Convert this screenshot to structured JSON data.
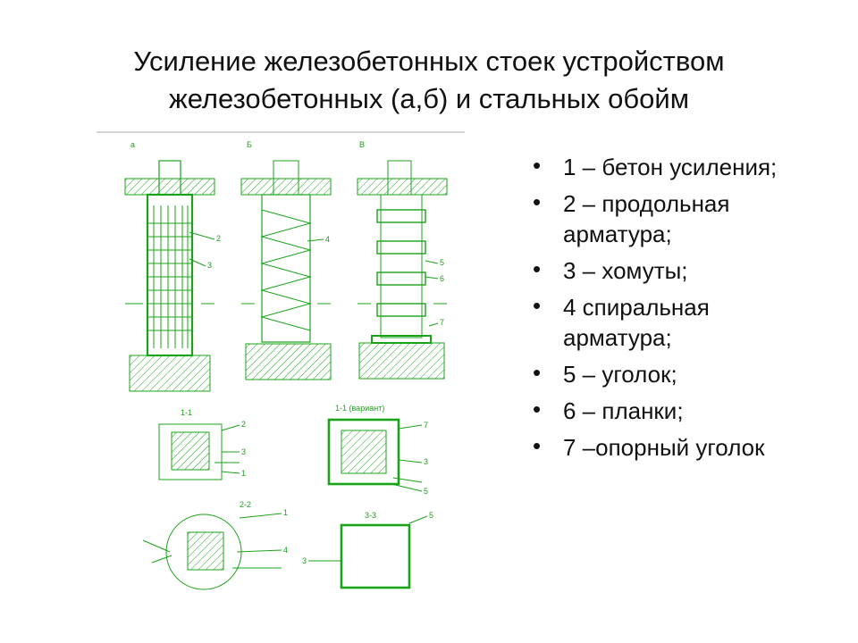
{
  "title": {
    "line1": "Усиление железобетонных стоек устройством",
    "line2": "железобетонных (а,б) и стальных обойм"
  },
  "legend": [
    "1 – бетон усиления;",
    "2 – продольная арматура;",
    "3 – хомуты;",
    "4 спиральная арматура;",
    "5 – уголок;",
    "6 – планки;",
    "7 –опорный уголок"
  ],
  "drawing": {
    "elevation_labels": [
      "а",
      "Б",
      "В"
    ],
    "section_labels": [
      "1-1",
      "1-1 (вариант)",
      "2-2",
      "3-3"
    ],
    "callouts": [
      "1",
      "2",
      "3",
      "4",
      "5",
      "6",
      "7"
    ],
    "line_color": "#1aa31a",
    "hatch_color": "#1aa31a"
  }
}
